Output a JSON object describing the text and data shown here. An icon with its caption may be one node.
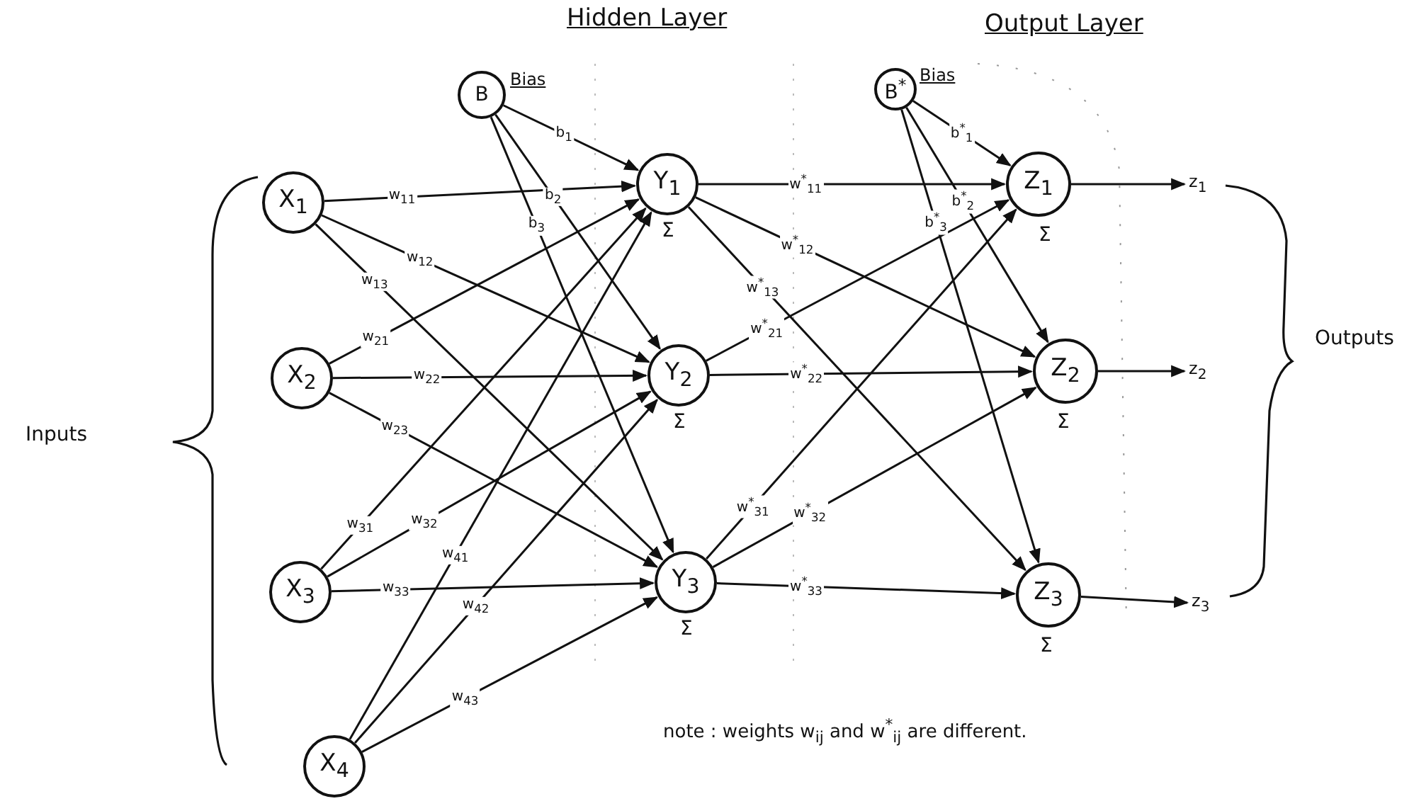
{
  "diagram": {
    "nodes": [
      {
        "text": [
          "X$_{1}$"
        ]
      },
      {
        "text": [
          "X$_{2}$"
        ]
      },
      {
        "text": [
          "X$_{3}$"
        ]
      },
      {
        "text": [
          "X$_{4}$"
        ]
      },
      {
        "text": [
          "B"
        ],
        "beside": [
          "Bias"
        ]
      },
      {
        "text": [
          "Y$_{1}$"
        ],
        "beside": [
          "Σ"
        ]
      },
      {
        "text": [
          "Y$_{2}$"
        ],
        "beside": [
          "Σ"
        ]
      },
      {
        "text": [
          "Y$_{3}$"
        ],
        "beside": [
          "Σ"
        ]
      },
      {
        "text": [
          "B$^{*}$"
        ],
        "beside": [
          "Bias"
        ]
      },
      {
        "text": [
          "Z$_{1}$"
        ],
        "beside": [
          "Σ"
        ]
      },
      {
        "text": [
          "Z$_{2}$"
        ],
        "beside": [
          "Σ"
        ]
      },
      {
        "text": [
          "Z$_{3}$"
        ],
        "beside": [
          "Σ"
        ]
      },
      {
        "text": [
          "z$_{1}$"
        ]
      },
      {
        "text": [
          "z$_{2}$"
        ]
      },
      {
        "text": [
          "z$_{3}$"
        ]
      }
    ],
    "edges": [
      {
        "from": 0,
        "to": 5,
        "arrow": "to",
        "label": "w$_{11}$"
      },
      {
        "from": 0,
        "to": 6,
        "arrow": "to",
        "label": "w$_{12}$"
      },
      {
        "from": 0,
        "to": 7,
        "arrow": "to",
        "label": "w$_{13}$"
      },
      {
        "from": 1,
        "to": 5,
        "arrow": "to",
        "label": "w$_{21}$"
      },
      {
        "from": 1,
        "to": 6,
        "arrow": "to",
        "label": "w$_{22}$"
      },
      {
        "from": 1,
        "to": 7,
        "arrow": "to",
        "label": "w$_{23}$"
      },
      {
        "from": 2,
        "to": 5,
        "arrow": "to",
        "label": "w$_{31}$"
      },
      {
        "from": 2,
        "to": 6,
        "arrow": "to",
        "label": "w$_{32}$"
      },
      {
        "from": 2,
        "to": 7,
        "arrow": "to",
        "label": "w$_{33}$"
      },
      {
        "from": 3,
        "to": 5,
        "arrow": "to",
        "label": "w$_{41}$"
      },
      {
        "from": 3,
        "to": 6,
        "arrow": "to",
        "label": "w$_{42}$"
      },
      {
        "from": 3,
        "to": 7,
        "arrow": "to",
        "label": "w$_{43}$"
      },
      {
        "from": 4,
        "to": 5,
        "arrow": "to",
        "label": "b$_{1}$"
      },
      {
        "from": 4,
        "to": 6,
        "arrow": "to",
        "label": "b$_{2}$"
      },
      {
        "from": 4,
        "to": 7,
        "arrow": "to",
        "label": "b$_{3}$"
      },
      {
        "from": 5,
        "to": 9,
        "arrow": "to",
        "label": "w$^{*}$$_{11}$"
      },
      {
        "from": 5,
        "to": 10,
        "arrow": "to",
        "label": "w$^{*}$$_{12}$"
      },
      {
        "from": 5,
        "to": 11,
        "arrow": "to",
        "label": "w$^{*}$$_{13}$"
      },
      {
        "from": 6,
        "to": 9,
        "arrow": "to",
        "label": "w$^{*}$$_{21}$"
      },
      {
        "from": 6,
        "to": 10,
        "arrow": "to",
        "label": "w$^{*}$$_{22}$"
      },
      {
        "from": 7,
        "to": 9,
        "arrow": "to",
        "label": "w$^{*}$$_{31}$"
      },
      {
        "from": 7,
        "to": 10,
        "arrow": "to",
        "label": "w$^{*}$$_{32}$"
      },
      {
        "from": 7,
        "to": 11,
        "arrow": "to",
        "label": "w$^{*}$$_{33}$"
      },
      {
        "from": 8,
        "to": 9,
        "arrow": "to",
        "label": "b$^{*}$$_{1}$"
      },
      {
        "from": 8,
        "to": 10,
        "arrow": "to",
        "label": "b$^{*}$$_{2}$"
      },
      {
        "from": 8,
        "to": 11,
        "arrow": "to",
        "label": "b$^{*}$$_{3}$"
      },
      {
        "from": 9,
        "to": 12,
        "arrow": "to"
      },
      {
        "from": 10,
        "to": 13,
        "arrow": "to"
      },
      {
        "from": 11,
        "to": 14,
        "arrow": "to"
      }
    ],
    "labels": [
      "Hidden Layer",
      "Output Layer",
      "Inputs",
      "Outputs",
      "note : weights w$_{ij}$ and w$^{*}$$_{ij}$ are different."
    ]
  }
}
